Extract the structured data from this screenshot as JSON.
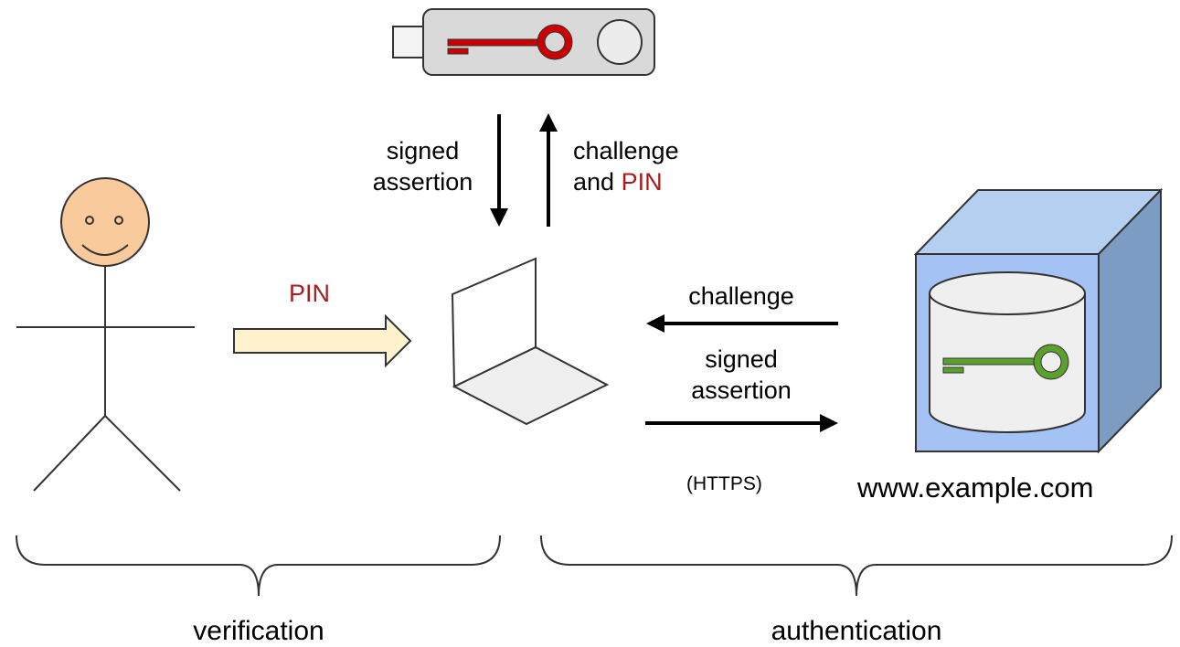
{
  "diagram": {
    "usb_arrow_down_label_line1": "signed",
    "usb_arrow_down_label_line2": "assertion",
    "usb_arrow_up_label_line1": "challenge",
    "usb_arrow_up_label_line2_prefix": "and",
    "usb_arrow_up_label_line2_highlight": "PIN",
    "pin_label": "PIN",
    "server_to_laptop_label": "challenge",
    "laptop_to_server_label_line1": "signed",
    "laptop_to_server_label_line2": "assertion",
    "protocol_label": "(HTTPS)",
    "server_name": "www.example.com",
    "left_brace_label": "verification",
    "right_brace_label": "authentication"
  },
  "colors": {
    "highlight_red": "#a81c1c",
    "usb_body": "#d9d9d9",
    "usb_key": "#cc0000",
    "server_key": "#5aa02c",
    "server_front": "#a4c2f4",
    "server_side": "#7c9cc4",
    "server_top": "#b4cff0",
    "person_face": "#f9cb9c",
    "pin_arrow_fill": "#fff2cc",
    "laptop_base": "#efefef"
  },
  "icons": [
    "usb-security-key-icon",
    "person-stick-figure-icon",
    "laptop-icon",
    "server-cube-icon"
  ]
}
